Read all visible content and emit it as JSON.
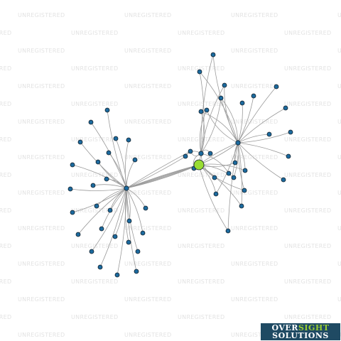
{
  "watermark": {
    "text": "UNREGISTERED",
    "color": "#e3e3e3"
  },
  "logo": {
    "part1": "OVER",
    "part2": "SIGHT",
    "part3": "SOLUTIONS",
    "background": "#1f4a63",
    "accent": "#9acd32"
  },
  "graph": {
    "edge_color": "#9a9a9a",
    "node_color": "#1c6a9e",
    "node_stroke": "#14202a",
    "focus_node_color": "#99dd33",
    "focus_node_id": "focus",
    "hubs": [
      "hubA",
      "hubB",
      "hubC"
    ],
    "edges": [
      [
        "hubA",
        "focus"
      ],
      [
        "hubA",
        "focus"
      ],
      [
        "hubA",
        "n1"
      ],
      [
        "hubA",
        "n2"
      ],
      [
        "hubA",
        "n3"
      ],
      [
        "hubB",
        "focus"
      ],
      [
        "hubC",
        "focus"
      ],
      [
        "hubB",
        "hubC"
      ],
      [
        "hubB",
        "n3"
      ],
      [
        "hubB",
        "n1"
      ]
    ]
  }
}
